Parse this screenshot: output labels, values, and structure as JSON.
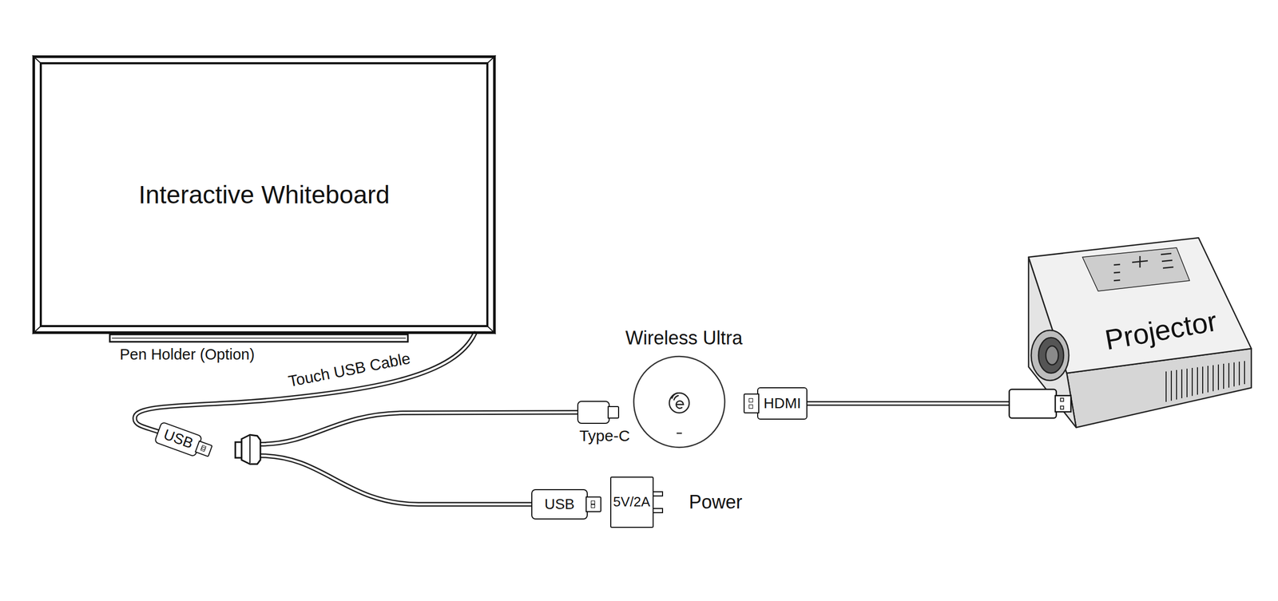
{
  "diagram": {
    "nodes": [
      {
        "text": [
          "Interactive Whiteboard"
        ]
      },
      {
        "text": [
          "USB"
        ]
      },
      {
        "text": [
          "Type-C"
        ]
      },
      {
        "text": [
          "Wireless Ultra"
        ]
      },
      {
        "text": [
          "HDMI"
        ]
      },
      {
        "text": [
          "Projector"
        ]
      },
      {
        "text": [
          "USB"
        ]
      },
      {
        "text": [
          "5V/2A",
          "Power"
        ]
      }
    ],
    "edges": [
      {
        "from": 0,
        "to": 1,
        "label": "Touch USB Cable",
        "arrow": "none"
      },
      {
        "from": 4,
        "to": 5,
        "arrow": "none"
      }
    ],
    "labels": [
      "Pen Holder (Option)"
    ]
  }
}
